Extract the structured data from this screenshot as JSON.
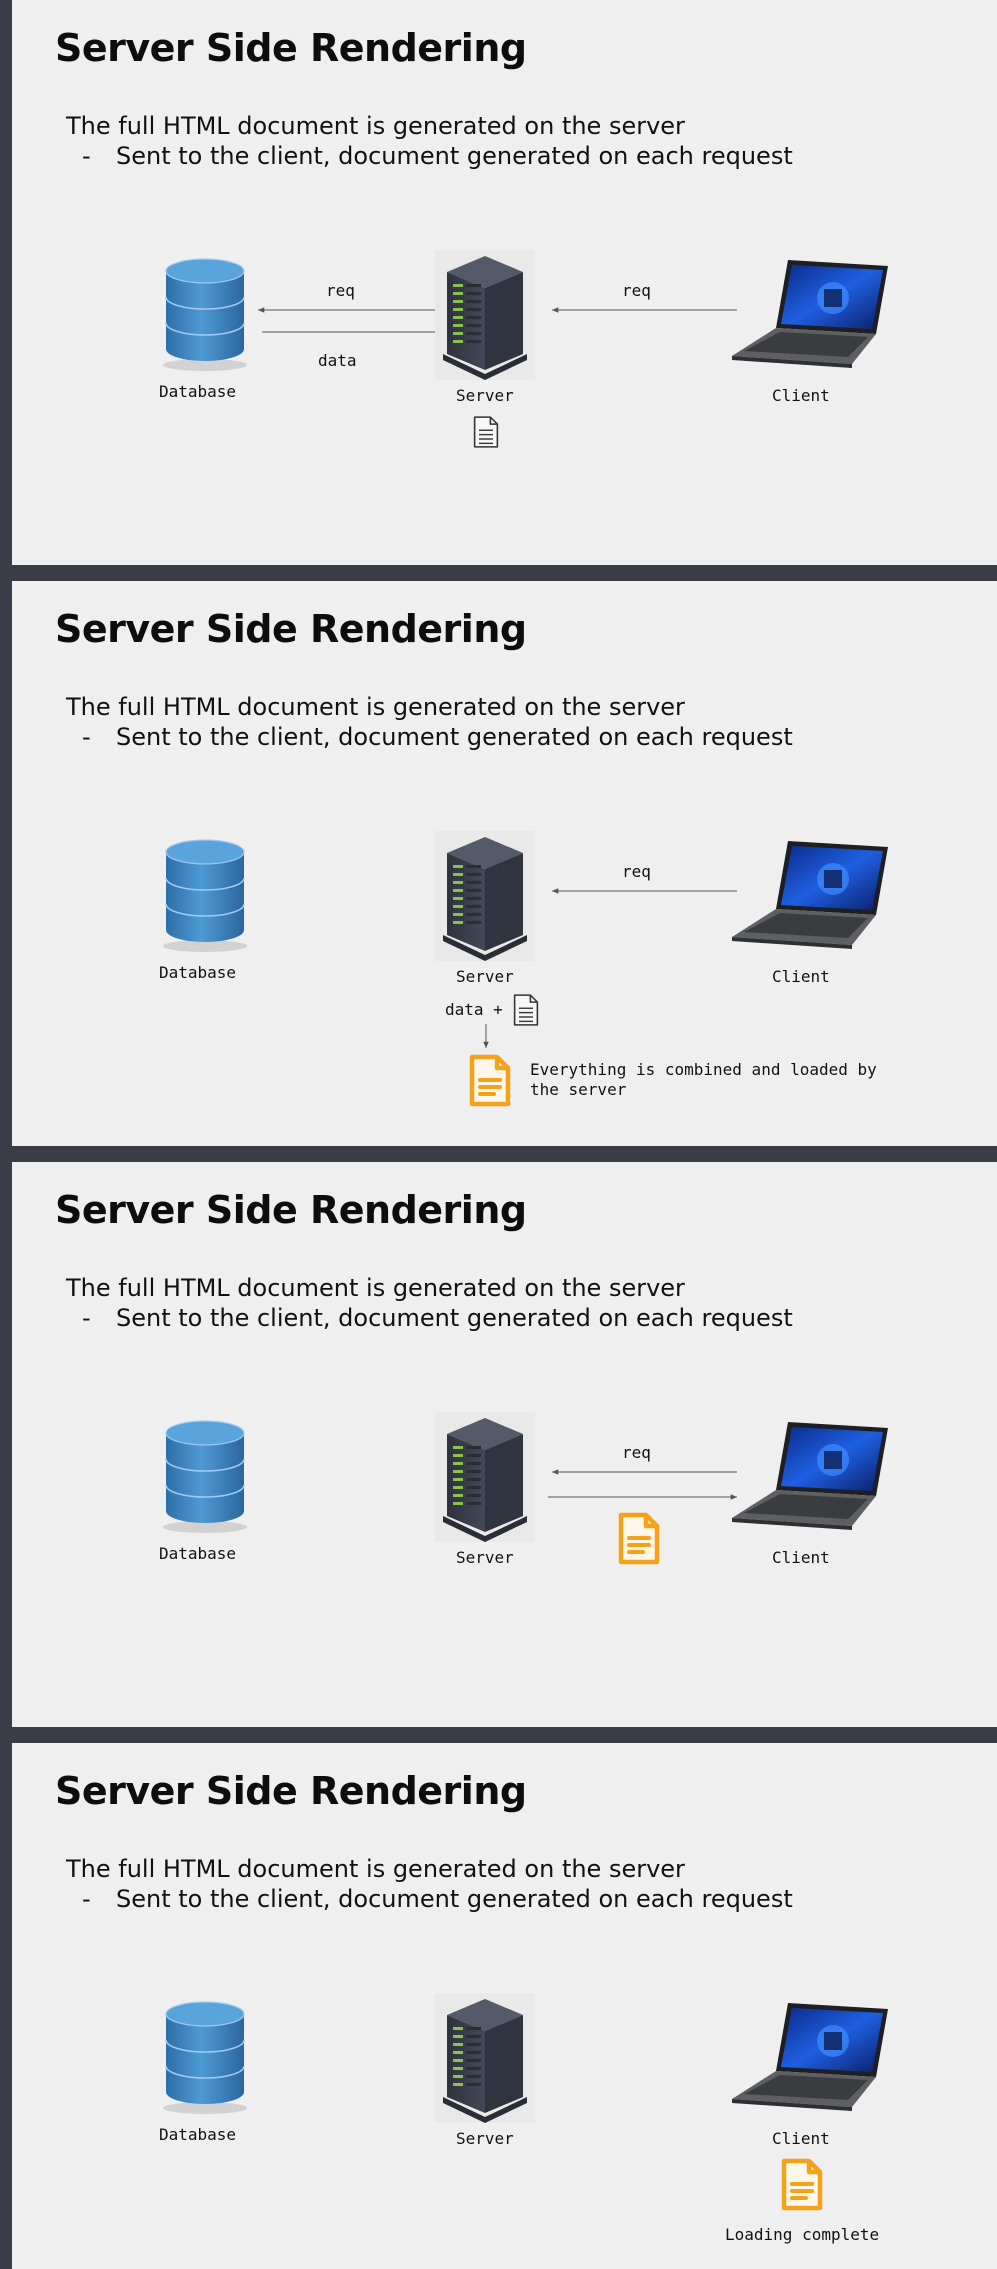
{
  "slides": [
    {
      "title": "Server Side Rendering",
      "lead": "The full HTML document is generated on the server",
      "bullet_marker": "-",
      "bullet": "Sent to the client, document generated on each request",
      "labels": {
        "database": "Database",
        "server": "Server",
        "client": "Client"
      },
      "arrow_labels": {
        "db_req": "req",
        "db_data": "data",
        "client_req": "req"
      }
    },
    {
      "title": "Server Side Rendering",
      "lead": "The full HTML document is generated on the server",
      "bullet_marker": "-",
      "bullet": "Sent to the client, document generated on each request",
      "labels": {
        "database": "Database",
        "server": "Server",
        "client": "Client"
      },
      "arrow_labels": {
        "client_req": "req"
      },
      "combine_text": "data +",
      "caption_line1": "Everything is combined and loaded by",
      "caption_line2": "the server"
    },
    {
      "title": "Server Side Rendering",
      "lead": "The full HTML document is generated on the server",
      "bullet_marker": "-",
      "bullet": "Sent to the client, document generated on each request",
      "labels": {
        "database": "Database",
        "server": "Server",
        "client": "Client"
      },
      "arrow_labels": {
        "client_req": "req"
      }
    },
    {
      "title": "Server Side Rendering",
      "lead": "The full HTML document is generated on the server",
      "bullet_marker": "-",
      "bullet": "Sent to the client, document generated on each request",
      "labels": {
        "database": "Database",
        "server": "Server",
        "client": "Client"
      },
      "status": "Loading complete"
    }
  ],
  "colors": {
    "accent_document": "#f5a21b",
    "database_blue": "#3f86c2",
    "server_dark": "#3b3f4c",
    "server_led": "#8bc34a",
    "divider": "#3a3d47",
    "slide_bg": "#efefef"
  },
  "icons": [
    "database-icon",
    "server-icon",
    "laptop-icon",
    "document-outline-icon",
    "document-orange-icon"
  ]
}
